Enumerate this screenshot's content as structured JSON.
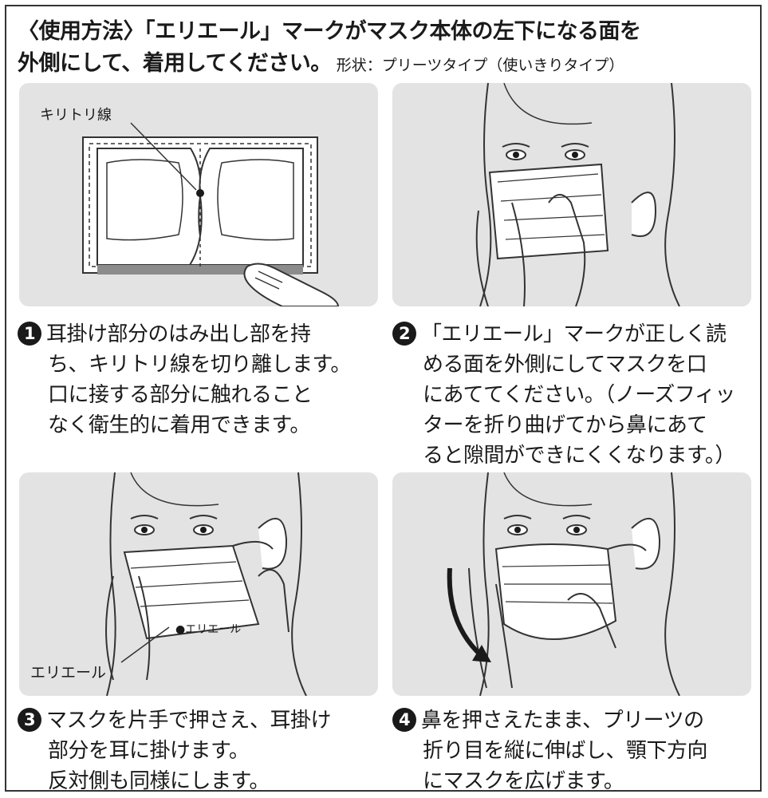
{
  "header": {
    "line1": "〈使用方法〉「エリエール」マークがマスク本体の左下になる面を",
    "line2": "外側にして、着用してください。",
    "shape_note": "形状：プリーツタイプ（使いきりタイプ）"
  },
  "panels": {
    "p1": {
      "cut_label": "キリトリ線"
    },
    "p3": {
      "mark_label": "エリエール",
      "mask_print": "●エリエール"
    }
  },
  "steps": [
    {
      "num": "1",
      "lines": [
        "耳掛け部分のはみ出し部を持",
        "ち、キリトリ線を切り離します。",
        "口に接する部分に触れること",
        "なく衛生的に着用できます。"
      ]
    },
    {
      "num": "2",
      "lines": [
        "「エリエール」マークが正しく読",
        "める面を外側にしてマスクを口",
        "にあててください。（ノーズフィッ",
        "ターを折り曲げてから鼻にあて",
        "ると隙間ができにくくなります。）"
      ]
    },
    {
      "num": "3",
      "lines": [
        "マスクを片手で押さえ、耳掛け",
        "部分を耳に掛けます。",
        "反対側も同様にします。"
      ]
    },
    {
      "num": "4",
      "lines": [
        "鼻を押さえたまま、プリーツの",
        "折り目を縦に伸ばし、顎下方向",
        "にマスクを広げます。"
      ]
    }
  ],
  "colors": {
    "panel_bg": "#e3e3e3",
    "line": "#333333",
    "mask_shade": "#8c8c8c"
  }
}
